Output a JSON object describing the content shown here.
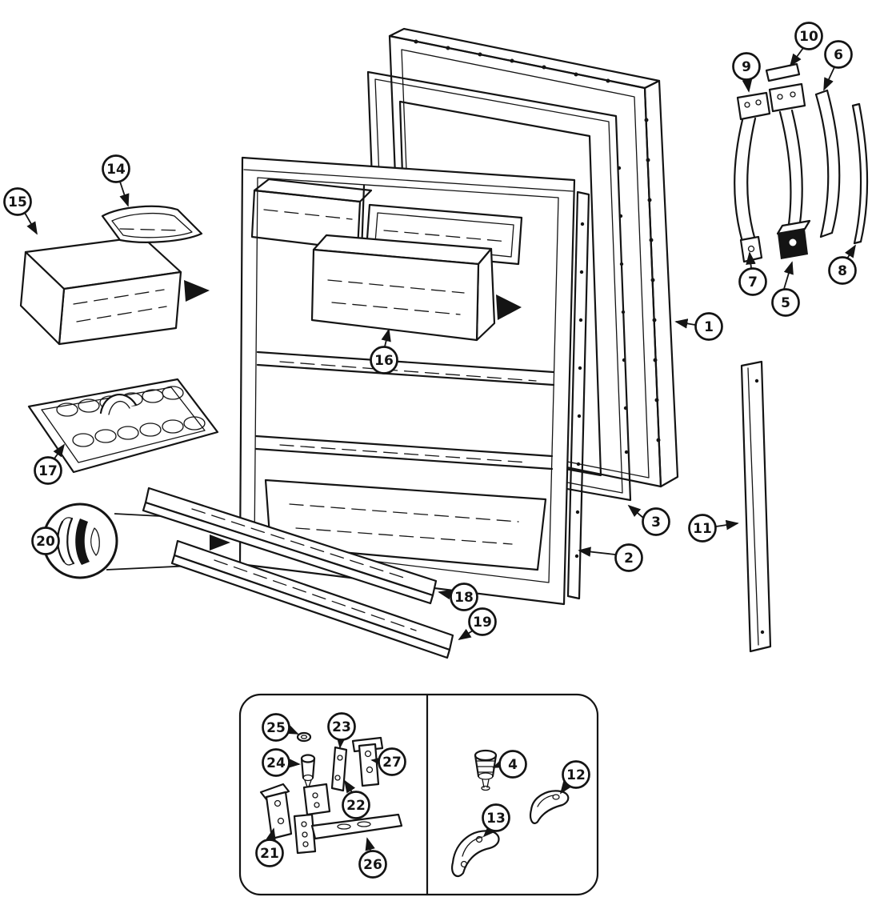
{
  "diagram": {
    "background_color": "#ffffff",
    "line_color": "#141414",
    "callouts": [
      "1",
      "2",
      "3",
      "4",
      "5",
      "6",
      "7",
      "8",
      "9",
      "10",
      "11",
      "12",
      "13",
      "14",
      "15",
      "16",
      "17",
      "18",
      "19",
      "20",
      "21",
      "22",
      "23",
      "24",
      "25",
      "26",
      "27"
    ]
  }
}
